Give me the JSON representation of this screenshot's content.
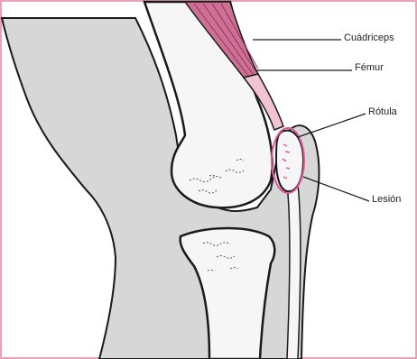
{
  "labels": {
    "quadriceps": "Cuádriceps",
    "femur": "Fémur",
    "rotula": "Rótula",
    "lesion": "Lesión"
  },
  "colors": {
    "frame": "#e7a3b5",
    "skin": "#d7d7d7",
    "bone": "#f6f6f6",
    "muscle": "#cf6f95",
    "tendon": "#f2c4d2",
    "lesion": "#e05a9a",
    "outline": "#1a1a1a"
  }
}
